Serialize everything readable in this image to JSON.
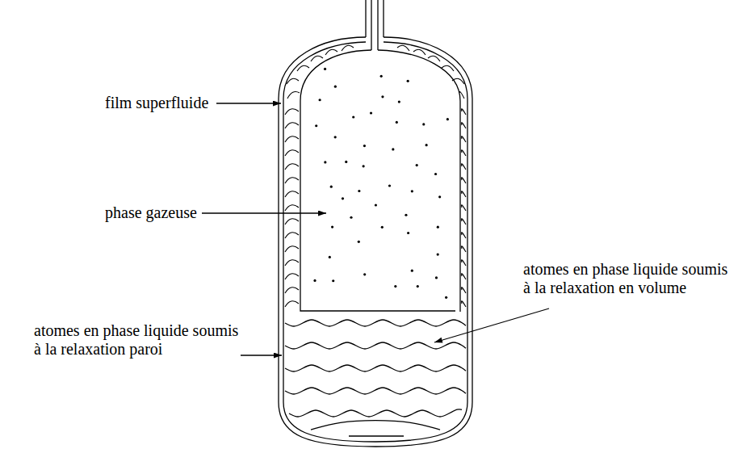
{
  "diagram": {
    "labels": [
      "film superfluide",
      "phase gazeuse",
      "atomes en phase liquide soumis à la relaxation en volume",
      "atomes en phase liquide soumis à la relaxation paroi"
    ]
  }
}
